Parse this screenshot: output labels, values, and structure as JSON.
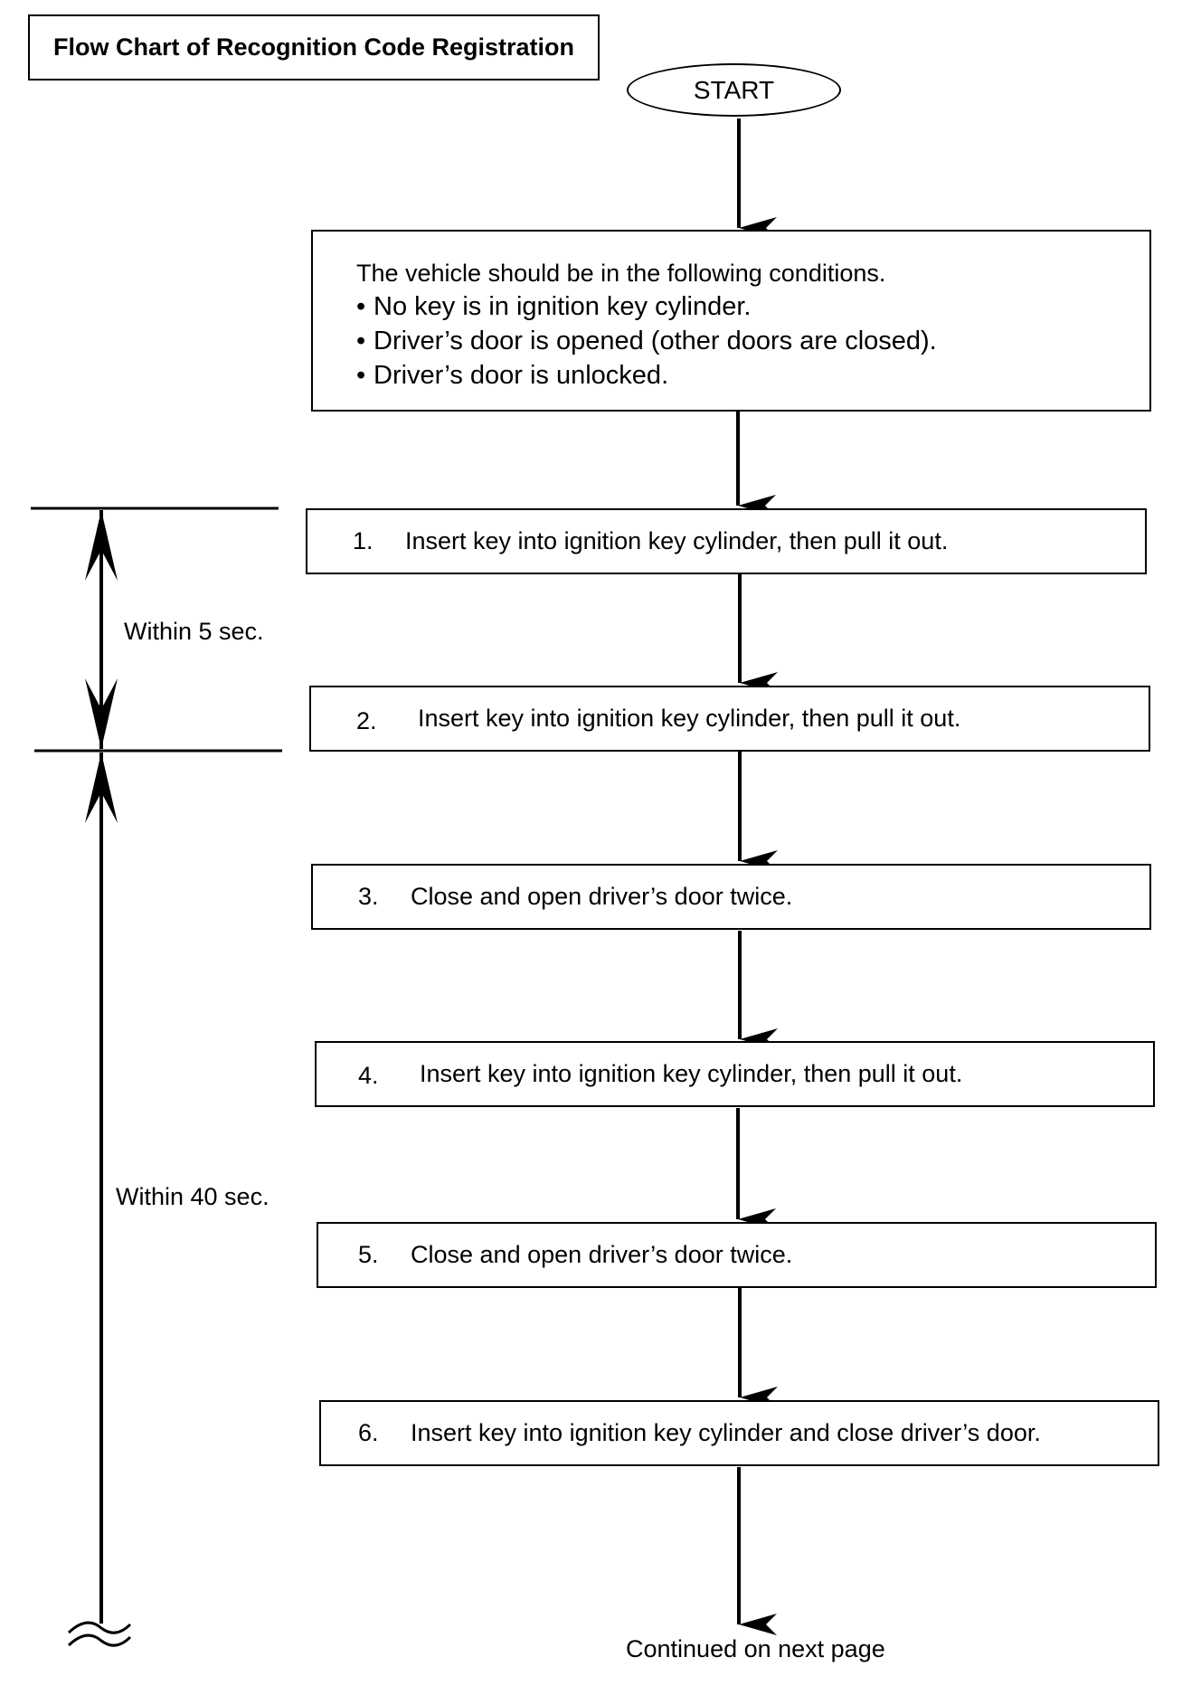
{
  "title": "Flow Chart of Recognition Code Registration",
  "start_label": "START",
  "conditions": {
    "intro": "The vehicle should be in the following conditions.",
    "items": [
      "No key is in ignition key cylinder.",
      "Driver’s door is opened (other doors are closed).",
      "Driver’s door is unlocked."
    ]
  },
  "steps": [
    {
      "num": "1.",
      "text": "Insert key into ignition key cylinder, then pull it out."
    },
    {
      "num": "2.",
      "text": "Insert key into ignition key cylinder, then pull it out."
    },
    {
      "num": "3.",
      "text": "Close and open driver’s door twice."
    },
    {
      "num": "4.",
      "text": "Insert key into ignition key cylinder, then pull it out."
    },
    {
      "num": "5.",
      "text": "Close and open driver’s door twice."
    },
    {
      "num": "6.",
      "text": "Insert key into ignition key cylinder and close driver’s door."
    }
  ],
  "timing": {
    "interval_1": "Within 5 sec.",
    "interval_2": "Within 40 sec."
  },
  "footer": "Continued on next page"
}
